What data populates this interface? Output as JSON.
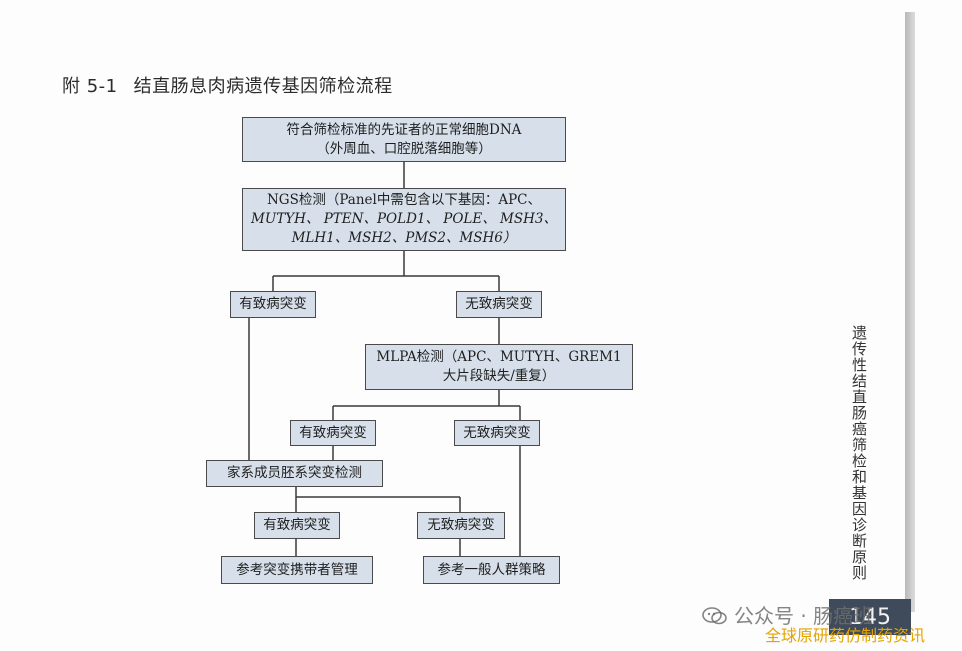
{
  "title": {
    "number": "附 5-1",
    "text": "结直肠息肉病遗传基因筛检流程"
  },
  "flowchart": {
    "n1": {
      "line1": "符合筛检标准的先证者的正常细胞DNA",
      "line2": "（外周血、口腔脱落细胞等）"
    },
    "n2": {
      "line1": "NGS检测（Panel中需包含以下基因：APC、",
      "line2": "MUTYH、 PTEN、POLD1、 POLE、 MSH3、",
      "line3": "MLH1、MSH2、PMS2、MSH6）"
    },
    "n3": "有致病突变",
    "n4": "无致病突变",
    "n5": {
      "line1": "MLPA检测（APC、MUTYH、GREM1",
      "line2": "大片段缺失/重复）"
    },
    "n6": "有致病突变",
    "n7": "无致病突变",
    "n8": "家系成员胚系突变检测",
    "n9": "有致病突变",
    "n10": "无致病突变",
    "n11": "参考突变携带者管理",
    "n12": "参考一般人群策略"
  },
  "sidebar": {
    "chapter": "遗传性结直肠癌筛检和基因诊断原则"
  },
  "page_number": "145",
  "watermark": {
    "line1": "公众号 · 肠癌班",
    "line2": "全球原研药仿制药资讯"
  }
}
